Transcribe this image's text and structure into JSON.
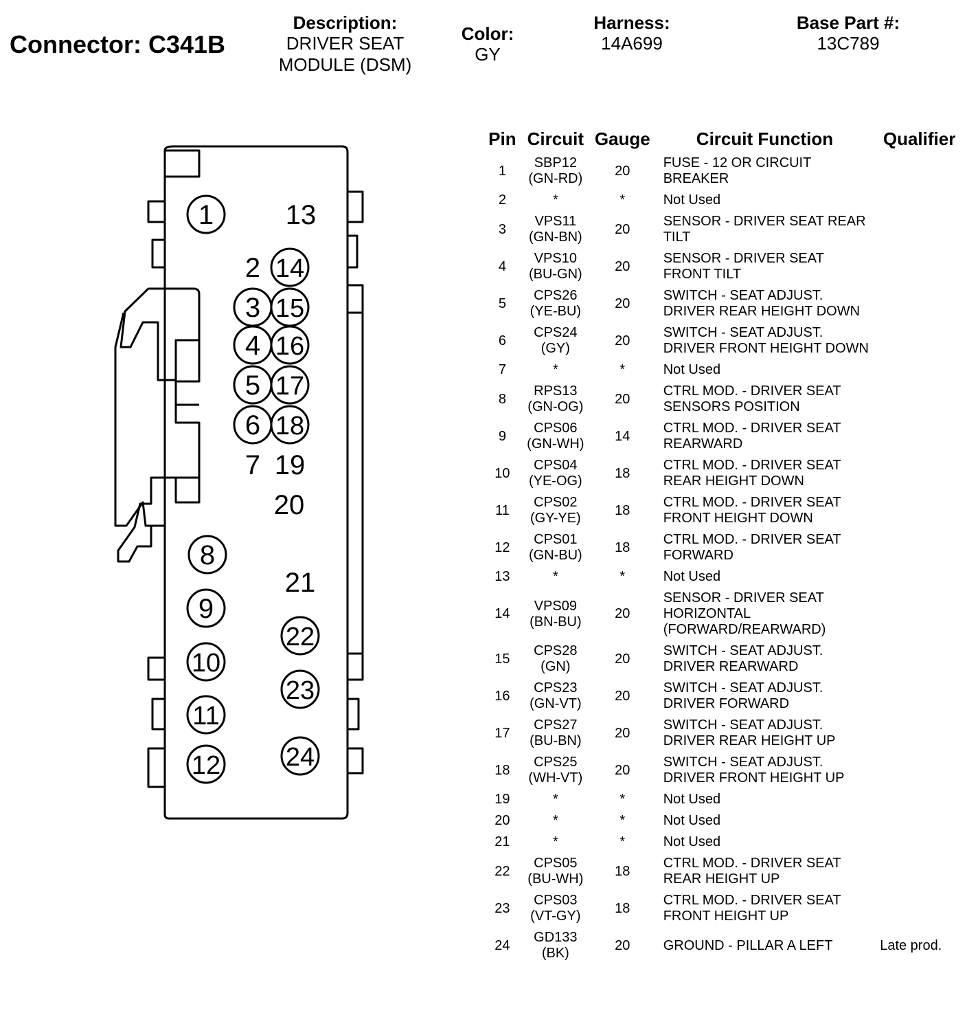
{
  "connector": {
    "title": "Connector: C341B"
  },
  "header": {
    "description": {
      "label": "Description:",
      "line1": "DRIVER SEAT",
      "line2": "MODULE (DSM)"
    },
    "color": {
      "label": "Color:",
      "value": "GY"
    },
    "harness": {
      "label": "Harness:",
      "value": "14A699"
    },
    "base_part": {
      "label": "Base Part #:",
      "value": "13C789"
    }
  },
  "diagram": {
    "pins": {
      "p1": "1",
      "p2": "2",
      "p3": "3",
      "p4": "4",
      "p5": "5",
      "p6": "6",
      "p7": "7",
      "p8": "8",
      "p9": "9",
      "p10": "10",
      "p11": "11",
      "p12": "12",
      "p13": "13",
      "p14": "14",
      "p15": "15",
      "p16": "16",
      "p17": "17",
      "p18": "18",
      "p19": "19",
      "p20": "20",
      "p21": "21",
      "p22": "22",
      "p23": "23",
      "p24": "24"
    }
  },
  "table": {
    "headers": {
      "pin": "Pin",
      "circuit": "Circuit",
      "gauge": "Gauge",
      "function": "Circuit Function",
      "qualifier": "Qualifier"
    },
    "rows": [
      {
        "pin": "1",
        "circuit": "SBP12",
        "color": "(GN-RD)",
        "gauge": "20",
        "function": "FUSE - 12 OR CIRCUIT BREAKER",
        "qualifier": ""
      },
      {
        "pin": "2",
        "circuit": "*",
        "color": "",
        "gauge": "*",
        "function": "Not Used",
        "qualifier": ""
      },
      {
        "pin": "3",
        "circuit": "VPS11",
        "color": "(GN-BN)",
        "gauge": "20",
        "function": "SENSOR - DRIVER SEAT REAR TILT",
        "qualifier": ""
      },
      {
        "pin": "4",
        "circuit": "VPS10",
        "color": "(BU-GN)",
        "gauge": "20",
        "function": "SENSOR - DRIVER SEAT FRONT TILT",
        "qualifier": ""
      },
      {
        "pin": "5",
        "circuit": "CPS26",
        "color": "(YE-BU)",
        "gauge": "20",
        "function": "SWITCH - SEAT ADJUST. DRIVER REAR HEIGHT DOWN",
        "qualifier": ""
      },
      {
        "pin": "6",
        "circuit": "CPS24",
        "color": "(GY)",
        "gauge": "20",
        "function": "SWITCH - SEAT ADJUST. DRIVER FRONT HEIGHT DOWN",
        "qualifier": ""
      },
      {
        "pin": "7",
        "circuit": "*",
        "color": "",
        "gauge": "*",
        "function": "Not Used",
        "qualifier": ""
      },
      {
        "pin": "8",
        "circuit": "RPS13",
        "color": "(GN-OG)",
        "gauge": "20",
        "function": "CTRL MOD. - DRIVER SEAT SENSORS POSITION",
        "qualifier": ""
      },
      {
        "pin": "9",
        "circuit": "CPS06",
        "color": "(GN-WH)",
        "gauge": "14",
        "function": "CTRL MOD. - DRIVER SEAT REARWARD",
        "qualifier": ""
      },
      {
        "pin": "10",
        "circuit": "CPS04",
        "color": "(YE-OG)",
        "gauge": "18",
        "function": "CTRL MOD. - DRIVER SEAT REAR HEIGHT DOWN",
        "qualifier": ""
      },
      {
        "pin": "11",
        "circuit": "CPS02",
        "color": "(GY-YE)",
        "gauge": "18",
        "function": "CTRL MOD. - DRIVER SEAT FRONT HEIGHT DOWN",
        "qualifier": ""
      },
      {
        "pin": "12",
        "circuit": "CPS01",
        "color": "(GN-BU)",
        "gauge": "18",
        "function": "CTRL MOD. - DRIVER SEAT FORWARD",
        "qualifier": ""
      },
      {
        "pin": "13",
        "circuit": "*",
        "color": "",
        "gauge": "*",
        "function": "Not Used",
        "qualifier": ""
      },
      {
        "pin": "14",
        "circuit": "VPS09",
        "color": "(BN-BU)",
        "gauge": "20",
        "function": "SENSOR - DRIVER SEAT HORIZONTAL (FORWARD/REARWARD)",
        "qualifier": ""
      },
      {
        "pin": "15",
        "circuit": "CPS28",
        "color": "(GN)",
        "gauge": "20",
        "function": "SWITCH - SEAT ADJUST. DRIVER REARWARD",
        "qualifier": ""
      },
      {
        "pin": "16",
        "circuit": "CPS23",
        "color": "(GN-VT)",
        "gauge": "20",
        "function": "SWITCH - SEAT ADJUST. DRIVER FORWARD",
        "qualifier": ""
      },
      {
        "pin": "17",
        "circuit": "CPS27",
        "color": "(BU-BN)",
        "gauge": "20",
        "function": "SWITCH - SEAT ADJUST. DRIVER REAR HEIGHT UP",
        "qualifier": ""
      },
      {
        "pin": "18",
        "circuit": "CPS25",
        "color": "(WH-VT)",
        "gauge": "20",
        "function": "SWITCH - SEAT ADJUST. DRIVER FRONT HEIGHT UP",
        "qualifier": ""
      },
      {
        "pin": "19",
        "circuit": "*",
        "color": "",
        "gauge": "*",
        "function": "Not Used",
        "qualifier": ""
      },
      {
        "pin": "20",
        "circuit": "*",
        "color": "",
        "gauge": "*",
        "function": "Not Used",
        "qualifier": ""
      },
      {
        "pin": "21",
        "circuit": "*",
        "color": "",
        "gauge": "*",
        "function": "Not Used",
        "qualifier": ""
      },
      {
        "pin": "22",
        "circuit": "CPS05",
        "color": "(BU-WH)",
        "gauge": "18",
        "function": "CTRL MOD. - DRIVER SEAT REAR HEIGHT UP",
        "qualifier": ""
      },
      {
        "pin": "23",
        "circuit": "CPS03",
        "color": "(VT-GY)",
        "gauge": "18",
        "function": "CTRL MOD. - DRIVER SEAT FRONT HEIGHT UP",
        "qualifier": ""
      },
      {
        "pin": "24",
        "circuit": "GD133",
        "color": "(BK)",
        "gauge": "20",
        "function": "GROUND - PILLAR A LEFT",
        "qualifier": "Late prod."
      }
    ]
  }
}
